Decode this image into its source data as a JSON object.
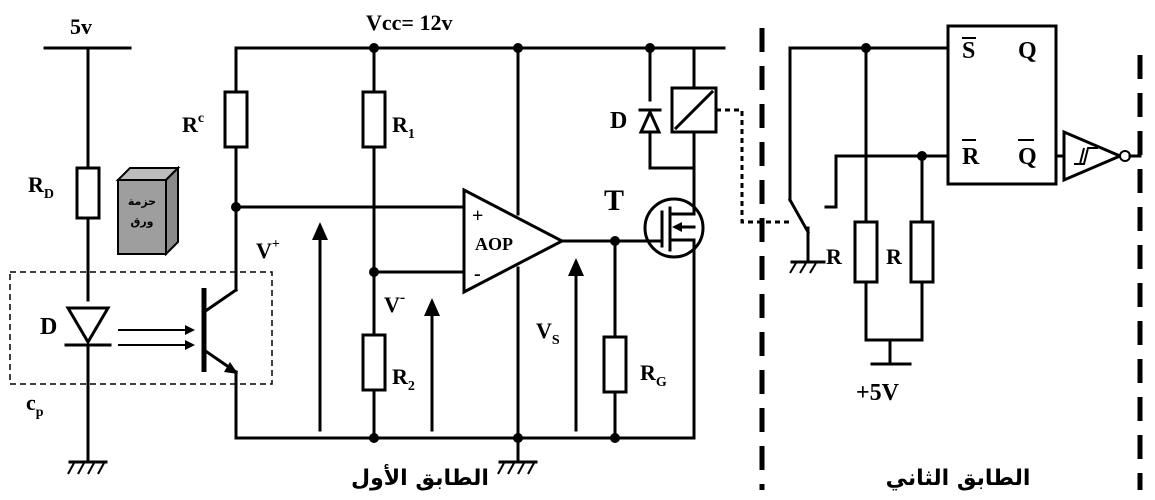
{
  "labels": {
    "supply_5v": "5v",
    "vcc": "Vcc= 12v",
    "rc": "R",
    "rc_sub": "c",
    "r1": "R",
    "r1_sub": "1",
    "r2": "R",
    "r2_sub": "2",
    "rd": "R",
    "rd_sub": "D",
    "d_emitter": "D",
    "cp": "c",
    "cp_sub": "p",
    "box_text_1": "حزمة",
    "box_text_2": "ورق",
    "v_plus": "V",
    "v_plus_sup": "+",
    "v_minus": "V",
    "v_minus_sup": "-",
    "aop": "AOP",
    "aop_plus": "+",
    "aop_minus": "-",
    "vs": "V",
    "vs_sub": "S",
    "transistor": "T",
    "d_relay": "D",
    "rg": "R",
    "rg_sub": "G",
    "stage1": "الطابق الأول",
    "stage2": "الطابق الثاني",
    "ff_s": "S",
    "ff_q": "Q",
    "ff_r": "R",
    "ff_qbar": "Q",
    "res_r_a": "R",
    "res_r_b": "R",
    "plus5v": "+5V"
  }
}
